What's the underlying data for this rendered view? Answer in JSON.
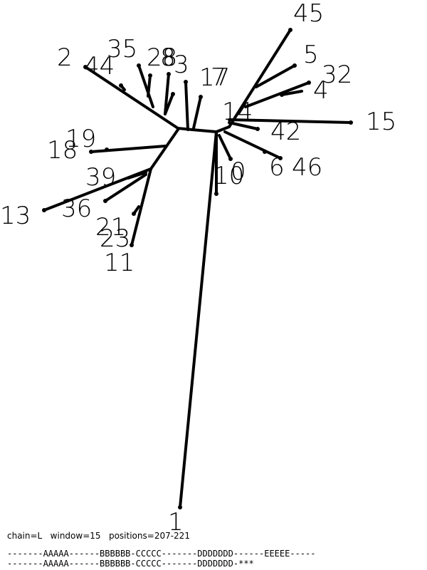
{
  "tree": {
    "leaves": [
      {
        "id": "1",
        "label": "1"
      },
      {
        "id": "2",
        "label": "2"
      },
      {
        "id": "4",
        "label": "4"
      },
      {
        "id": "5",
        "label": "5"
      },
      {
        "id": "6",
        "label": "6"
      },
      {
        "id": "8",
        "label": "8"
      },
      {
        "id": "10",
        "label": "10"
      },
      {
        "id": "11",
        "label": "11"
      },
      {
        "id": "13",
        "label": "13"
      },
      {
        "id": "14",
        "label": "14"
      },
      {
        "id": "15",
        "label": "15"
      },
      {
        "id": "17",
        "label": "17"
      },
      {
        "id": "18",
        "label": "18"
      },
      {
        "id": "19",
        "label": "19"
      },
      {
        "id": "21",
        "label": "21"
      },
      {
        "id": "23",
        "label": "23"
      },
      {
        "id": "28",
        "label": "28"
      },
      {
        "id": "32",
        "label": "32"
      },
      {
        "id": "35",
        "label": "35"
      },
      {
        "id": "36",
        "label": "36"
      },
      {
        "id": "39",
        "label": "39"
      },
      {
        "id": "42",
        "label": "42"
      },
      {
        "id": "44",
        "label": "44"
      },
      {
        "id": "45",
        "label": "45"
      },
      {
        "id": "46",
        "label": "46"
      },
      {
        "id": "0",
        "label": "0"
      },
      {
        "id": "3",
        "label": "3"
      },
      {
        "id": "7",
        "label": "7"
      }
    ]
  },
  "caption": {
    "chain": "chain=L",
    "window": "window=15",
    "positions": "positions=207-221",
    "text": "chain=L   window=15   positions=207-221"
  },
  "sequences": {
    "line1": "-------AAAAA------BBBBBB-CCCCC-------DDDDDDD------EEEEE-----",
    "line2": "-------AAAAA------BBBBBB-CCCCC-------DDDDDDD-***"
  }
}
